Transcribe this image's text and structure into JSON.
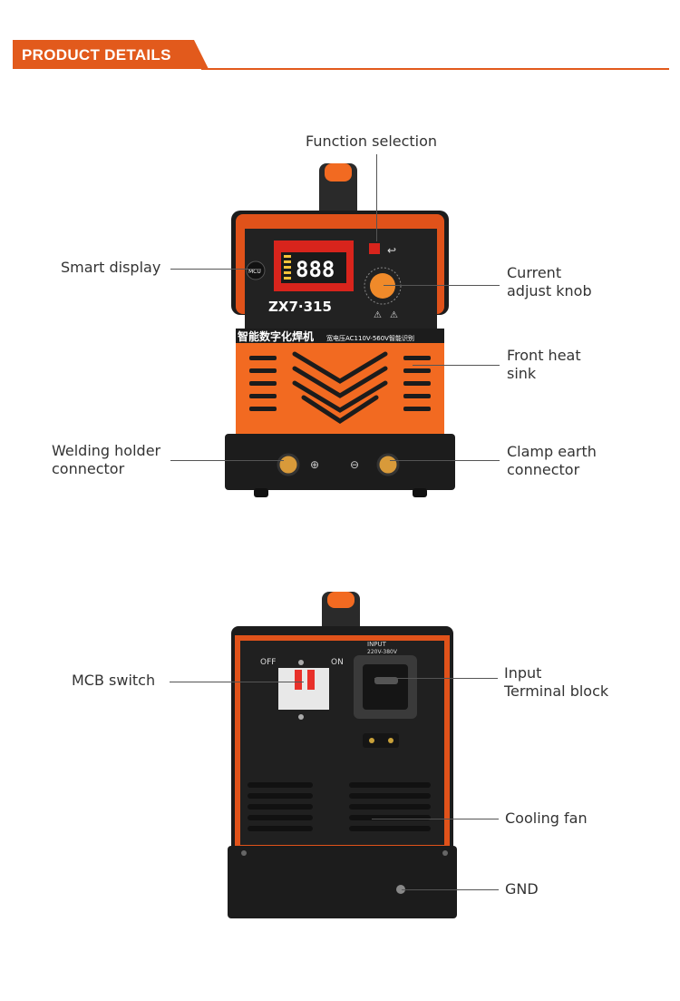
{
  "header": {
    "title": "PRODUCT DETAILS"
  },
  "front_labels": {
    "function_selection": "Function selection",
    "smart_display": "Smart display",
    "current_knob_line1": "Current",
    "current_knob_line2": "adjust knob",
    "heat_sink_line1": "Front heat",
    "heat_sink_line2": "sink",
    "welding_holder_line1": "Welding holder",
    "welding_holder_line2": "connector",
    "clamp_earth_line1": "Clamp earth",
    "clamp_earth_line2": "connector"
  },
  "back_labels": {
    "mcb_switch": "MCB switch",
    "input_line1": "Input",
    "input_line2": "Terminal block",
    "cooling_fan": "Cooling fan",
    "gnd": "GND"
  },
  "front_panel": {
    "model": "ZX7·315",
    "display_digits": "888",
    "chinese_title": "智能数字化焊机",
    "voltage_text": "宽电压AC110V-560V智能识别",
    "mcu_label": "MCU"
  },
  "back_panel": {
    "off_label": "OFF",
    "on_label": "ON",
    "input_label": "INPUT",
    "input_voltage": "220V-380V"
  },
  "colors": {
    "accent": "#e25a1c",
    "machine_orange": "#f26a21",
    "machine_black": "#1c1c1c"
  }
}
